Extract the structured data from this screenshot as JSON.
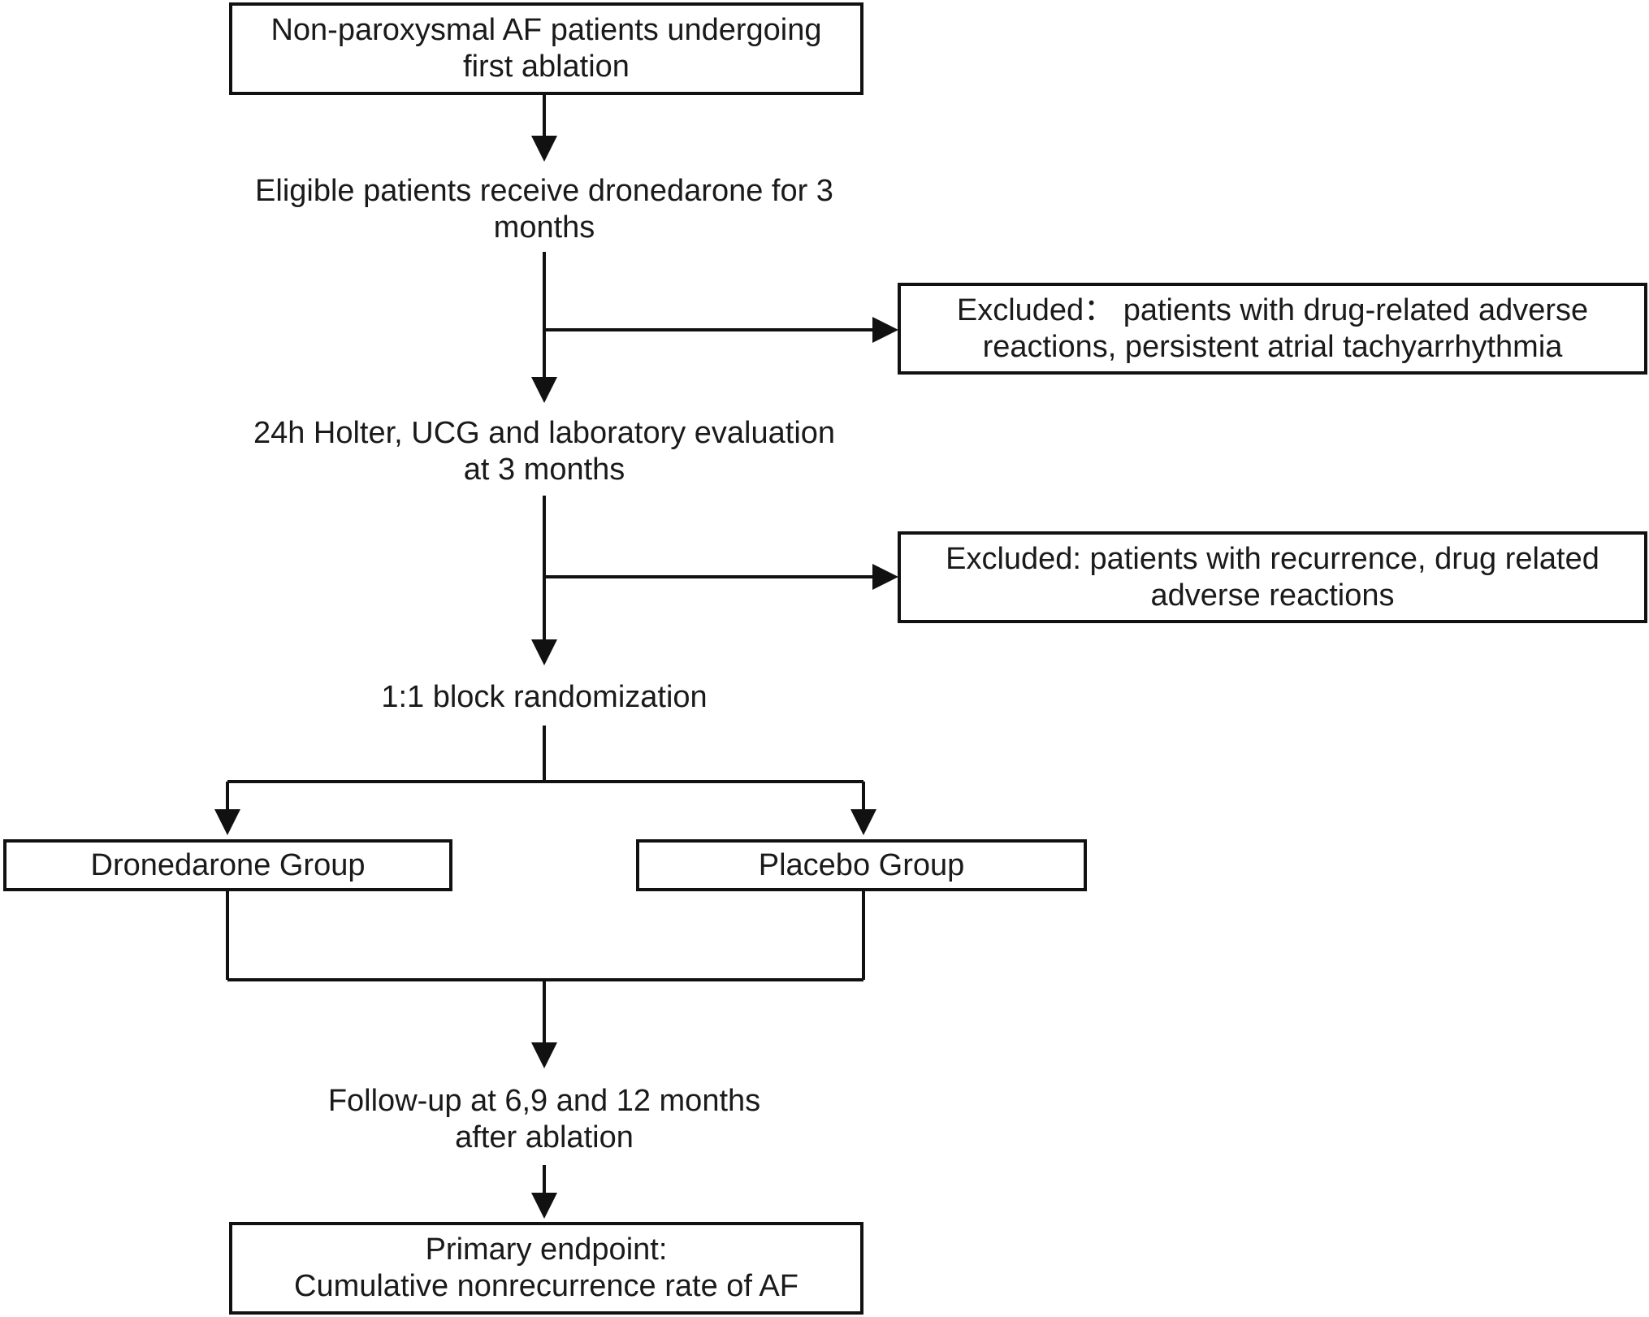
{
  "diagram": {
    "line_color": "#111111",
    "nodes": {
      "population": {
        "lines": [
          "Non-paroxysmal AF patients undergoing",
          "first ablation"
        ]
      },
      "eligible": {
        "lines": [
          "Eligible patients receive dronedarone for 3",
          "months"
        ]
      },
      "excluded_1": {
        "lines": [
          "Excluded： patients with drug-related adverse",
          "reactions, persistent atrial tachyarrhythmia"
        ]
      },
      "evaluation": {
        "lines": [
          "24h Holter, UCG and laboratory evaluation",
          "at 3 months"
        ]
      },
      "excluded_2": {
        "lines": [
          "Excluded: patients with recurrence, drug related",
          "adverse reactions"
        ]
      },
      "randomization": {
        "lines": [
          "1:1 block randomization"
        ]
      },
      "dronedarone_group": {
        "lines": [
          "Dronedarone Group"
        ]
      },
      "placebo_group": {
        "lines": [
          "Placebo Group"
        ]
      },
      "follow_up": {
        "lines": [
          "Follow-up at 6,9 and 12 months",
          "after ablation"
        ]
      },
      "endpoint": {
        "lines": [
          "Primary endpoint:",
          "Cumulative nonrecurrence rate of AF"
        ]
      }
    }
  }
}
